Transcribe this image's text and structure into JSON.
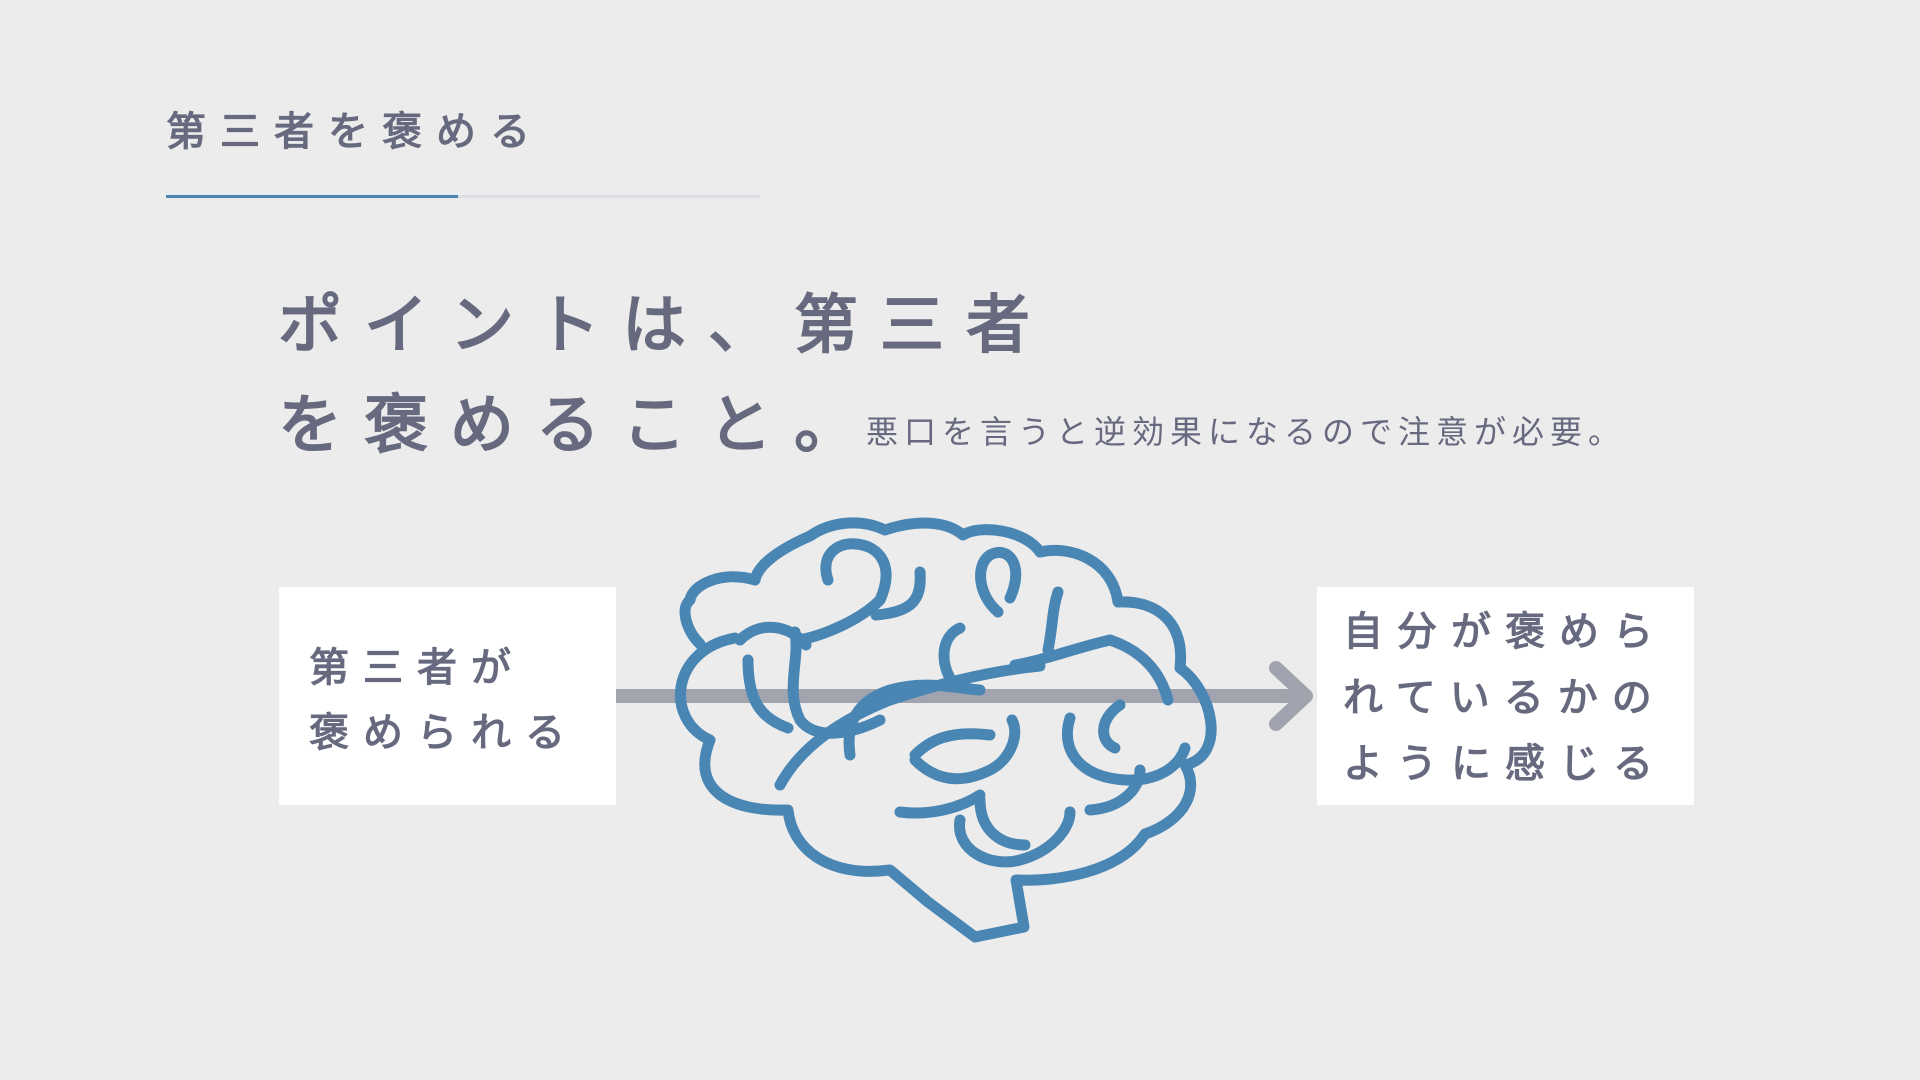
{
  "section": {
    "title": "第三者を褒める"
  },
  "headline": {
    "line1": "ポイントは、第三者",
    "line2": "を褒めること。"
  },
  "note": "悪口を言うと逆効果になるので注意が必要。",
  "diagram": {
    "left_box": {
      "lines": [
        "第三者が",
        "褒められる"
      ]
    },
    "right_box": {
      "lines": [
        "自分が褒めら",
        "れているかの",
        "ように感じる"
      ]
    },
    "icon": "brain-icon"
  },
  "colors": {
    "background": "#ececec",
    "text": "#67697f",
    "accent": "#4a86b4",
    "arrow": "#a1a4ae",
    "box": "#ffffff",
    "rule": "#dcdde3"
  }
}
